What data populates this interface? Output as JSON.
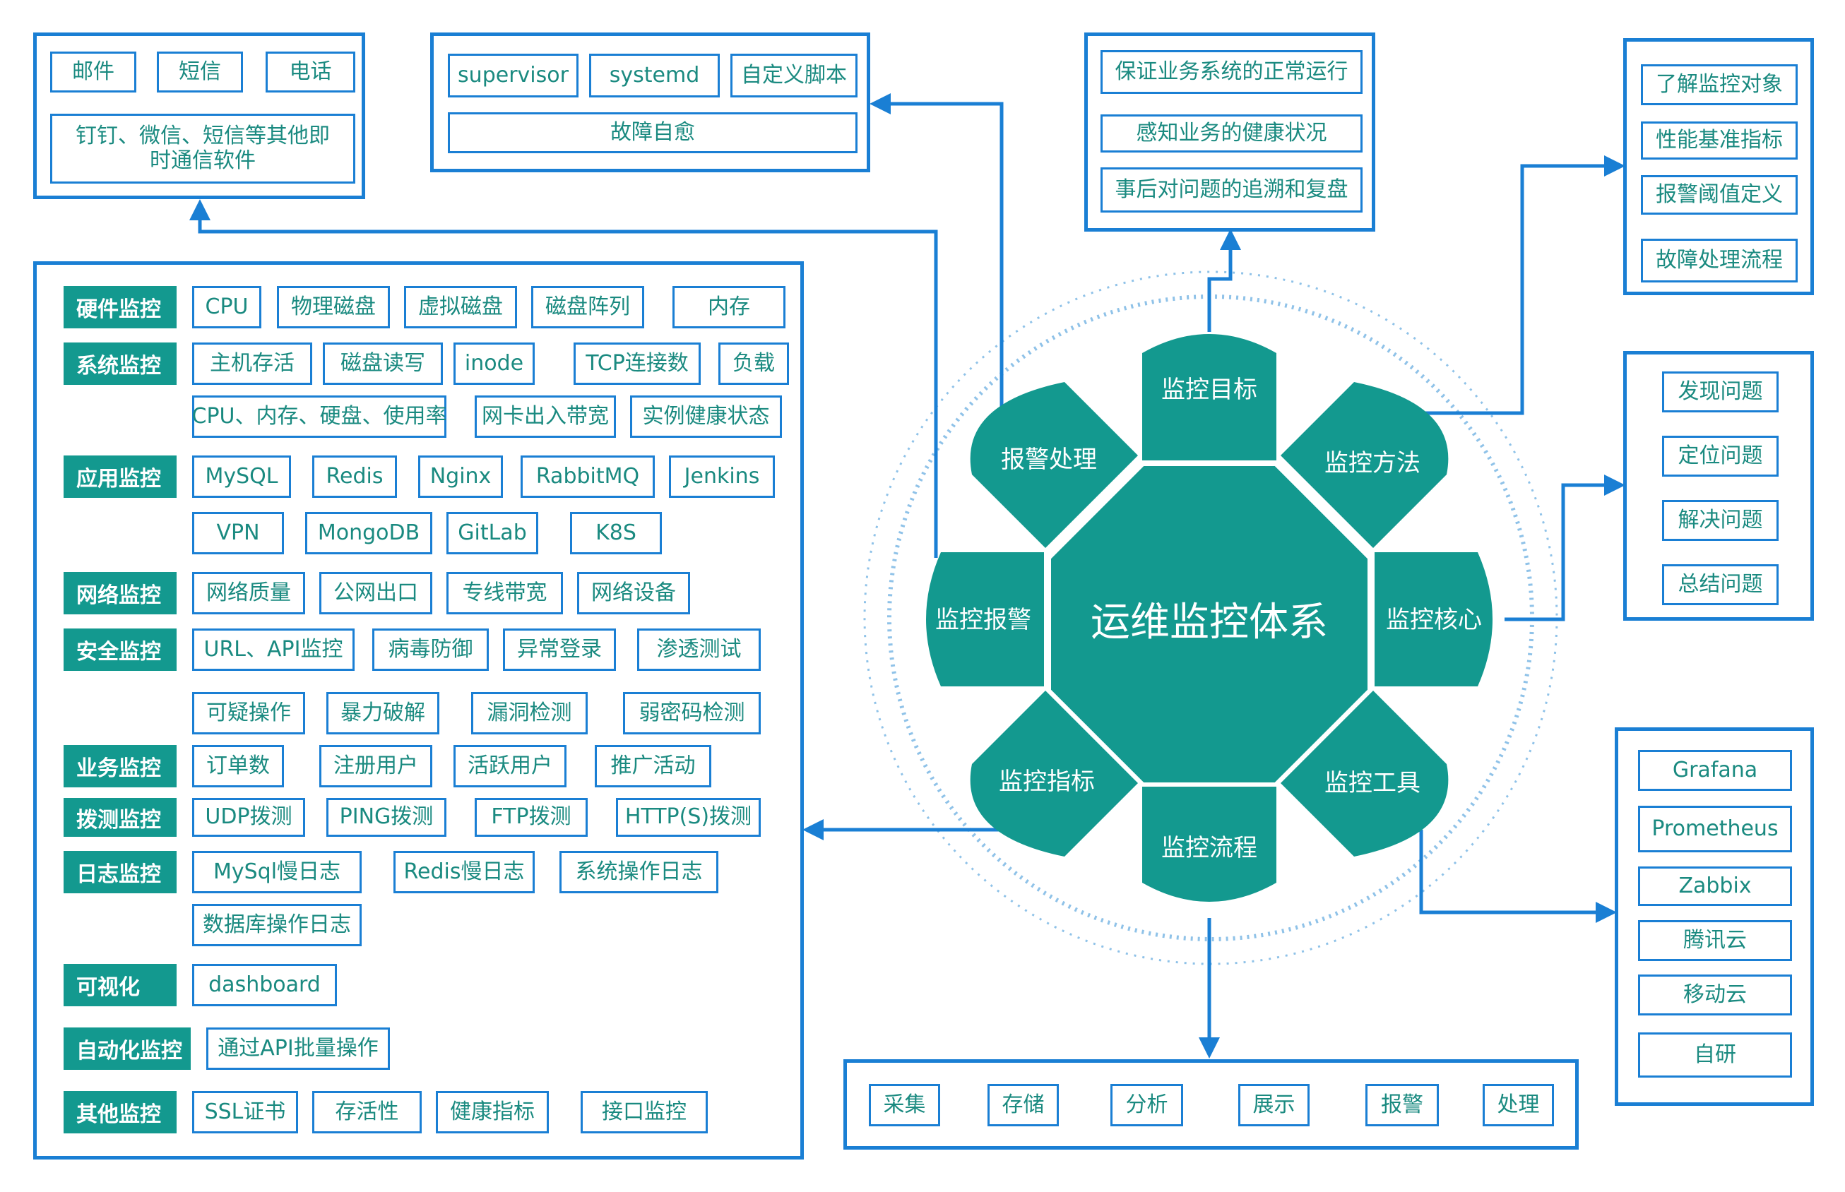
{
  "colors": {
    "teal": "#13998f",
    "teal_text": "#1a8a80",
    "blue": "#1a7fd4",
    "ring": "#8fc2e8"
  },
  "center": {
    "title": "运维监控体系",
    "segments": {
      "top": "监控目标",
      "top_right": "监控方法",
      "right": "监控核心",
      "bottom_right": "监控工具",
      "bottom": "监控流程",
      "bottom_left": "监控指标",
      "left": "监控报警",
      "top_left": "报警处理"
    }
  },
  "alert_channels": {
    "items": [
      "邮件",
      "短信",
      "电话",
      "钉钉、微信、短信等其他即时通信软件"
    ]
  },
  "self_heal": {
    "tools": [
      "supervisor",
      "systemd",
      "自定义脚本"
    ],
    "label": "故障自愈"
  },
  "goals": {
    "items": [
      "保证业务系统的正常运行",
      "感知业务的健康状况",
      "事后对问题的追溯和复盘"
    ]
  },
  "methods": {
    "items": [
      "了解监控对象",
      "性能基准指标",
      "报警阈值定义",
      "故障处理流程"
    ]
  },
  "core": {
    "items": [
      "发现问题",
      "定位问题",
      "解决问题",
      "总结问题"
    ]
  },
  "tools": {
    "items": [
      "Grafana",
      "Prometheus",
      "Zabbix",
      "腾讯云",
      "移动云",
      "自研"
    ]
  },
  "process": {
    "steps": [
      "采集",
      "存储",
      "分析",
      "展示",
      "报警",
      "处理"
    ]
  },
  "metrics": {
    "categories": [
      {
        "name": "硬件监控",
        "items": [
          "CPU",
          "物理磁盘",
          "虚拟磁盘",
          "磁盘阵列",
          "内存"
        ]
      },
      {
        "name": "系统监控",
        "items": [
          "主机存活",
          "磁盘读写",
          "inode",
          "TCP连接数",
          "负载",
          "CPU、内存、硬盘、使用率",
          "网卡出入带宽",
          "实例健康状态"
        ]
      },
      {
        "name": "应用监控",
        "items": [
          "MySQL",
          "Redis",
          "Nginx",
          "RabbitMQ",
          "Jenkins",
          "VPN",
          "MongoDB",
          "GitLab",
          "K8S"
        ]
      },
      {
        "name": "网络监控",
        "items": [
          "网络质量",
          "公网出口",
          "专线带宽",
          "网络设备"
        ]
      },
      {
        "name": "安全监控",
        "items": [
          "URL、API监控",
          "病毒防御",
          "异常登录",
          "渗透测试",
          "可疑操作",
          "暴力破解",
          "漏洞检测",
          "弱密码检测"
        ]
      },
      {
        "name": "业务监控",
        "items": [
          "订单数",
          "注册用户",
          "活跃用户",
          "推广活动"
        ]
      },
      {
        "name": "拨测监控",
        "items": [
          "UDP拨测",
          "PING拨测",
          "FTP拨测",
          "HTTP(S)拨测"
        ]
      },
      {
        "name": "日志监控",
        "items": [
          "MySql慢日志",
          "Redis慢日志",
          "系统操作日志",
          "数据库操作日志"
        ]
      },
      {
        "name": "可视化",
        "items": [
          "dashboard"
        ]
      },
      {
        "name": "自动化监控",
        "items": [
          "通过API批量操作"
        ]
      },
      {
        "name": "其他监控",
        "items": [
          "SSL证书",
          "存活性",
          "健康指标",
          "接口监控"
        ]
      }
    ]
  }
}
